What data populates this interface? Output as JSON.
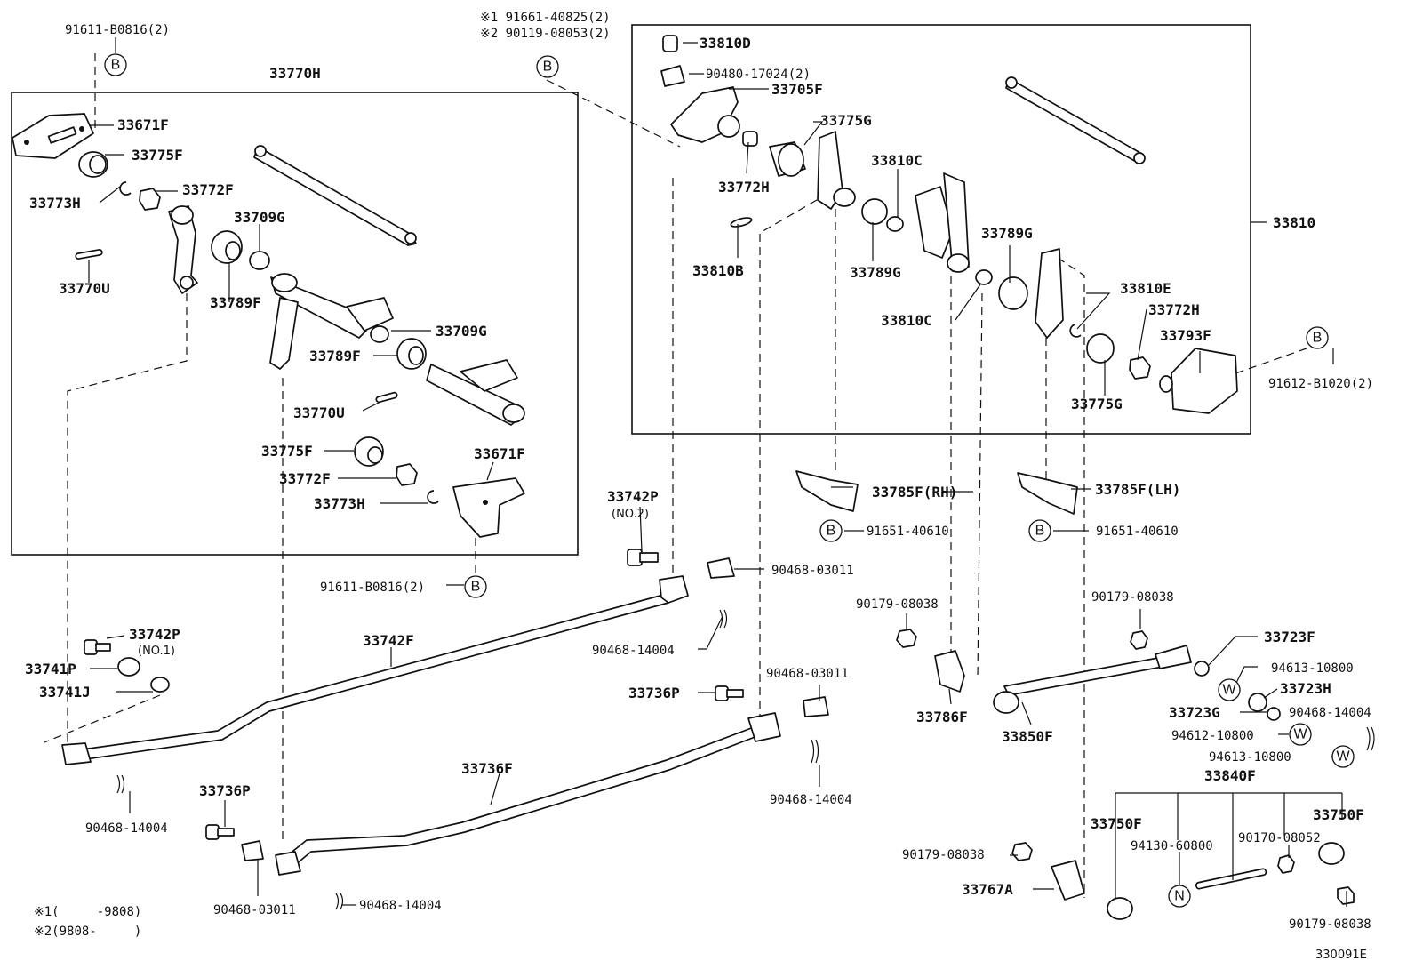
{
  "diagram_code": "330091E",
  "labels": {
    "l01": "91611-B0816(2)",
    "l02": "33770H",
    "l03": "33671F",
    "l04": "33775F",
    "l05": "33773H",
    "l06": "33772F",
    "l07": "33709G",
    "l08": "33770U",
    "l09": "33789F",
    "l10": "33709G",
    "l11": "33789F",
    "l12": "33770U",
    "l13": "33775F",
    "l14": "33772F",
    "l15": "33671F",
    "l16": "33773H",
    "l17": "91611-B0816(2)",
    "l18": "※1 91661-40825(2)",
    "l19": "※2 90119-08053(2)",
    "l20": "33810D",
    "l21": "90480-17024(2)",
    "l22": "33705F",
    "l23": "33775G",
    "l24": "33810C",
    "l25": "33772H",
    "l26": "33810B",
    "l27": "33789G",
    "l28": "33789G",
    "l29": "33810",
    "l30": "33810C",
    "l31": "33810E",
    "l32": "33772H",
    "l33": "33793F",
    "l34": "91612-B1020(2)",
    "l35": "33775G",
    "l36": "33785F(RH)",
    "l37": "91651-40610",
    "l38": "33785F(LH)",
    "l39": "91651-40610",
    "l40": "33742P",
    "l41": "(NO.2)",
    "l42": "90468-03011",
    "l43": "90468-14004",
    "l44": "33742P",
    "l45": "(NO.1)",
    "l46": "33742F",
    "l47": "33741P",
    "l48": "33741J",
    "l49": "90468-14004",
    "l50": "33736P",
    "l51": "90468-03011",
    "l52": "33736P",
    "l53": "33736F",
    "l54": "90468-14004",
    "l55": "90468-03011",
    "l56": "90468-14004",
    "l57": "90179-08038",
    "l58": "90179-08038",
    "l59": "33723F",
    "l60": "94613-10800",
    "l61": "33723H",
    "l62": "33786F",
    "l63": "33850F",
    "l64": "33723G",
    "l65": "90468-14004",
    "l66": "94612-10800",
    "l67": "94613-10800",
    "l68": "33840F",
    "l69": "33750F",
    "l70": "33750F",
    "l71": "94130-60800",
    "l72": "90170-08052",
    "l73": "90179-08038",
    "l74": "33767A",
    "l75": "90179-08038",
    "l76": "※1(     -9808)",
    "l77": "※2(9808-     )"
  },
  "markers": {
    "m01": "B",
    "m02": "B",
    "m03": "B",
    "m04": "B",
    "m05": "B",
    "m06": "B",
    "m07": "W",
    "m08": "W",
    "m09": "W",
    "m10": "N"
  }
}
